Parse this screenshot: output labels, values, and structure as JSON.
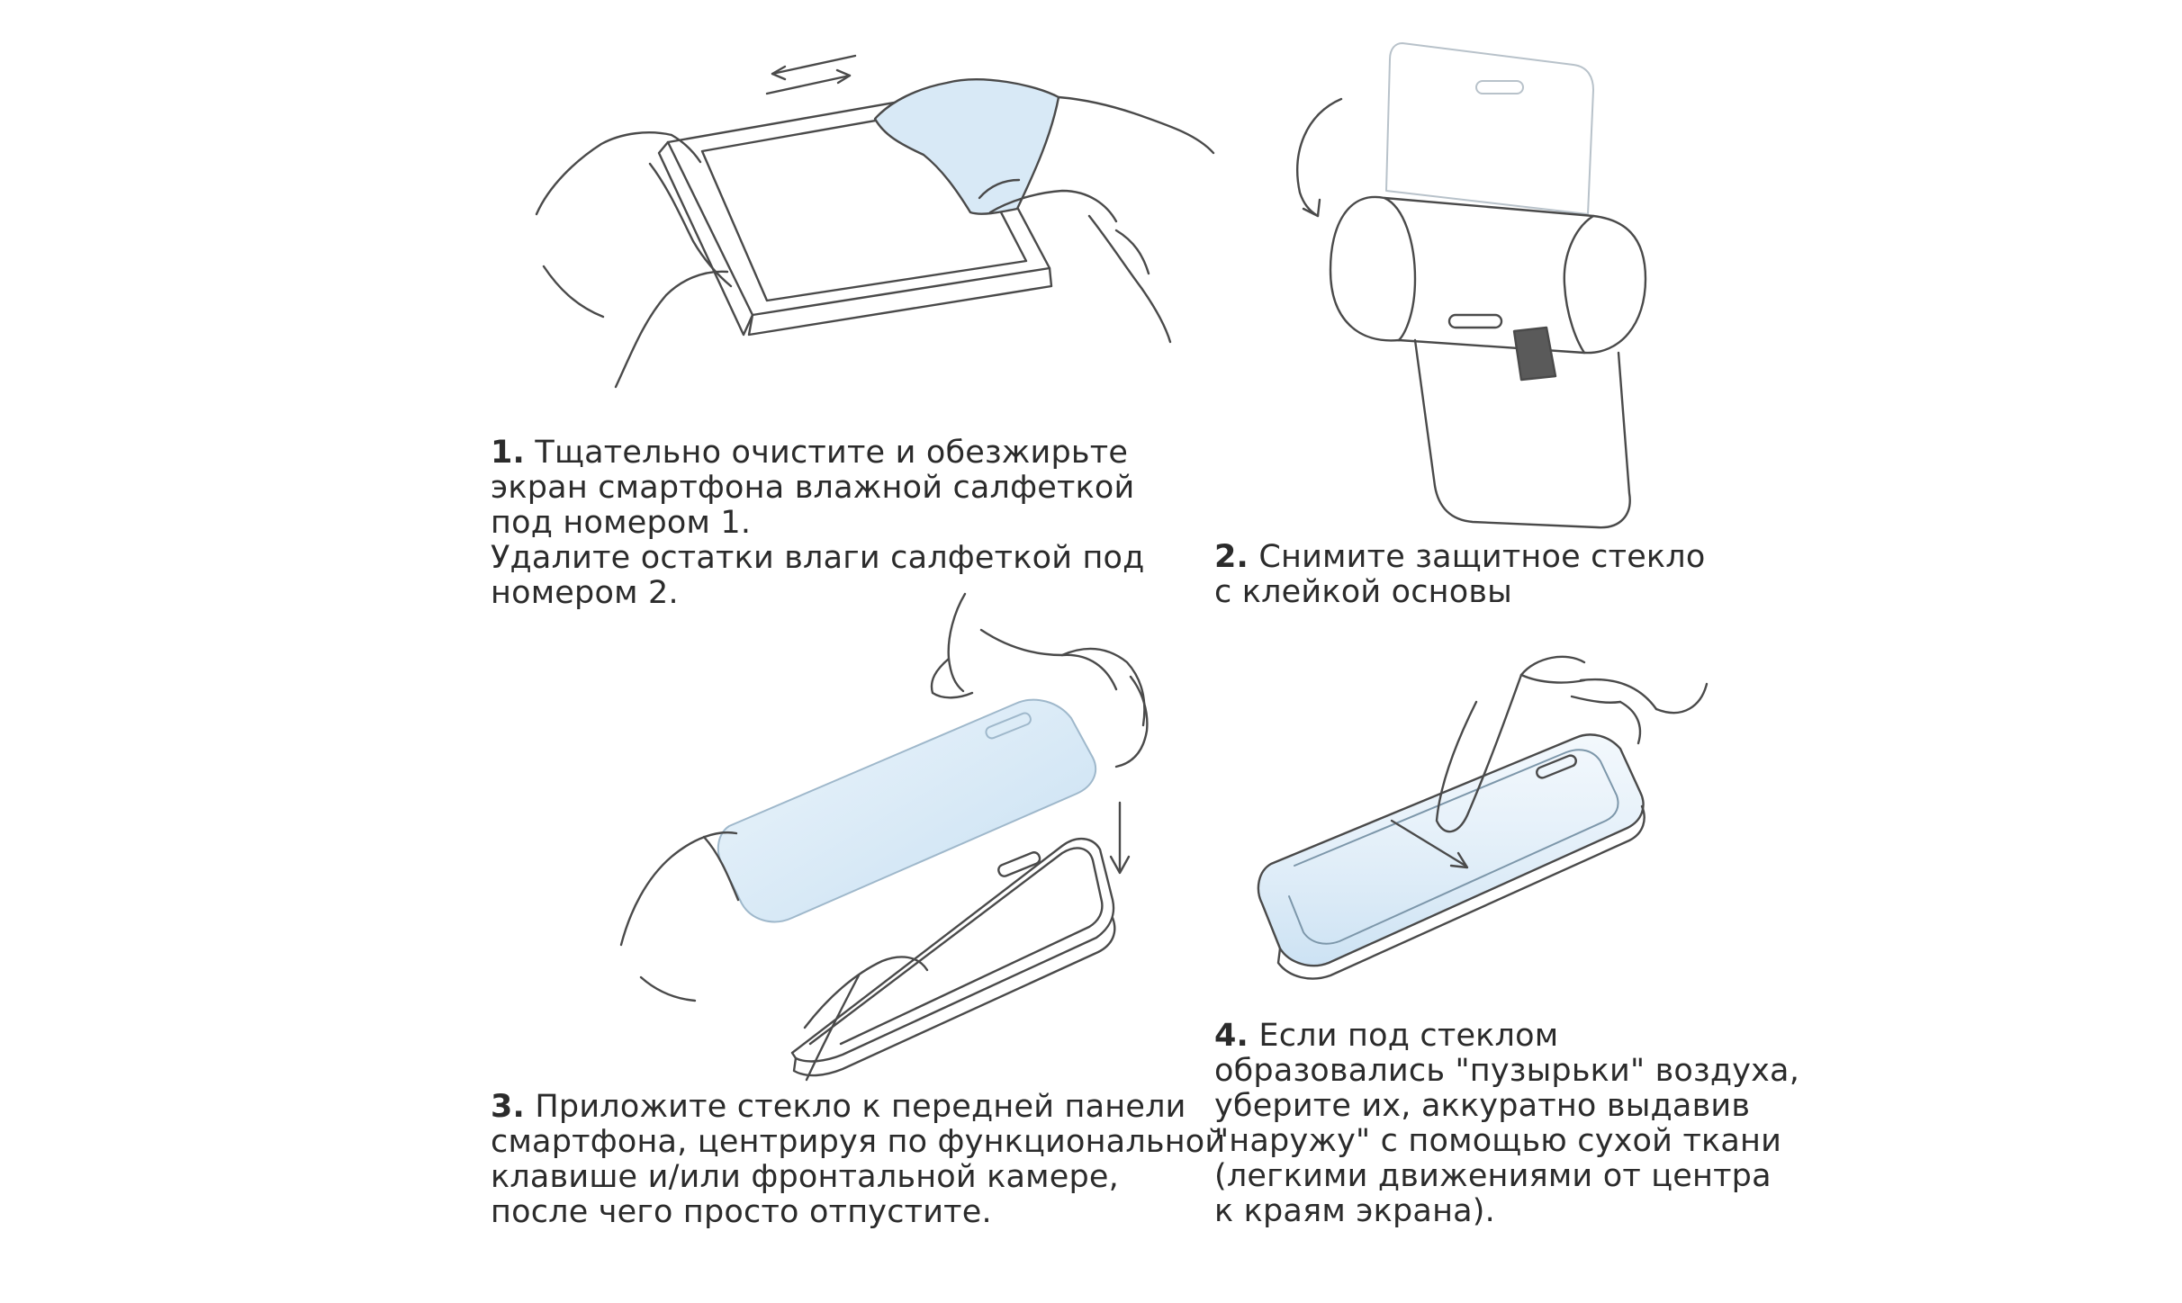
{
  "steps": [
    {
      "number": "1.",
      "lines": [
        "Тщательно очистите и обезжирьте",
        "экран смартфона влажной салфеткой",
        "под номером 1.",
        "Удалите остатки влаги салфеткой под",
        "номером 2."
      ]
    },
    {
      "number": "2.",
      "lines": [
        "Снимите защитное стекло",
        "с клейкой основы"
      ]
    },
    {
      "number": "3.",
      "lines": [
        "Приложите стекло к передней панели",
        "смартфона, центрируя по функциональной",
        "клавише и/или фронтальной камере,",
        "после чего просто отпустите."
      ]
    },
    {
      "number": "4.",
      "lines": [
        "Если под стеклом",
        "образовались \"пузырьки\" воздуха,",
        "уберите их, аккуратно выдавив",
        "\"наружу\" с помощью сухой ткани",
        "(легкими движениями от центра",
        "к краям экрана)."
      ]
    }
  ],
  "colors": {
    "line_art": "#4a4a4a",
    "text": "#2b2b2b",
    "glass_tint": "#cfe5f5",
    "adhesive_tab": "#5a5a5a"
  },
  "icons": {
    "step1": "hands-wiping-phone-screen-illustration",
    "step2": "peeling-glass-from-backing-illustration",
    "step3": "hands-placing-glass-on-phone-illustration",
    "step4": "finger-pressing-out-bubbles-illustration"
  }
}
